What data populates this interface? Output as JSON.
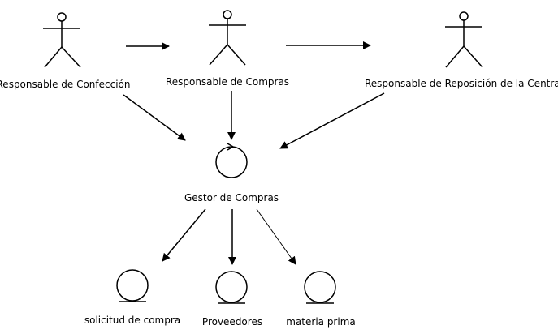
{
  "diagram": {
    "actors": [
      {
        "id": "confeccion",
        "label": "Responsable de Confección"
      },
      {
        "id": "compras",
        "label": "Responsable de Compras"
      },
      {
        "id": "reposicion",
        "label": "Responsable de Reposición de la Central"
      }
    ],
    "control": {
      "label": "Gestor de Compras"
    },
    "entities": [
      {
        "id": "solicitud",
        "label": "solicitud de compra"
      },
      {
        "id": "proveedores",
        "label": "Proveedores"
      },
      {
        "id": "materia",
        "label": "materia prima"
      }
    ]
  }
}
